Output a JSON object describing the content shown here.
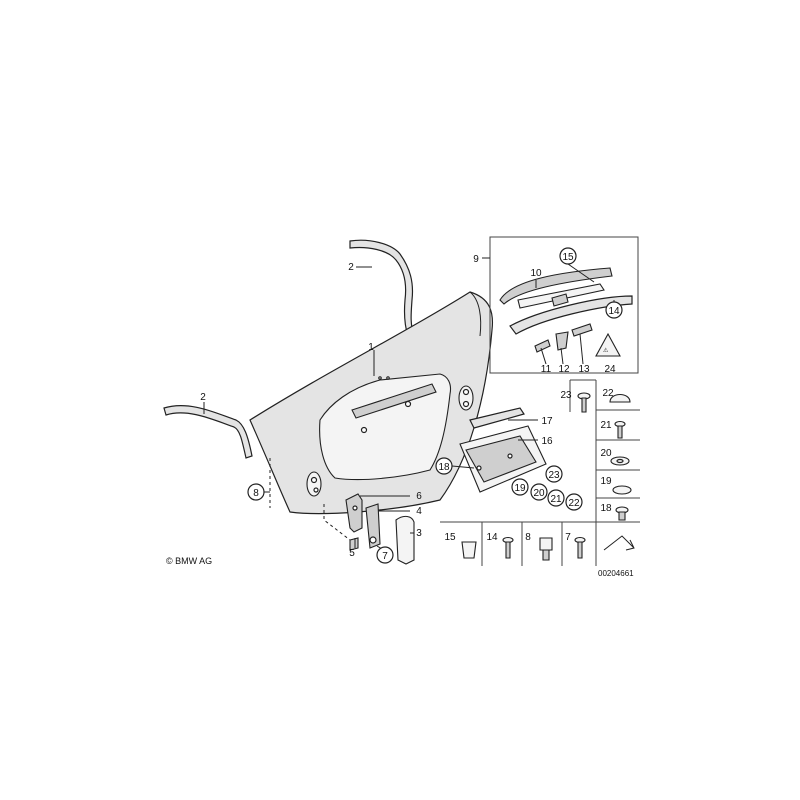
{
  "labels": {
    "p1": "1",
    "p2a": "2",
    "p2b": "2",
    "p3": "3",
    "p4": "4",
    "p5": "5",
    "p6": "6",
    "p7": "7",
    "p8": "8",
    "p9": "9",
    "p10": "10",
    "p11": "11",
    "p12": "12",
    "p13": "13",
    "p14": "14",
    "p15": "15",
    "p16": "16",
    "p17": "17",
    "p18": "18",
    "p19": "19",
    "p20": "20",
    "p21": "21",
    "p22": "22",
    "p23": "23",
    "p24": "24",
    "k23": "23",
    "k22": "22",
    "k21": "21",
    "k20": "20",
    "k19": "19",
    "k18": "18",
    "k15": "15",
    "k14": "14",
    "k8": "8",
    "k7": "7"
  },
  "copyright": "© BMW AG",
  "diagram_id": "00204661"
}
